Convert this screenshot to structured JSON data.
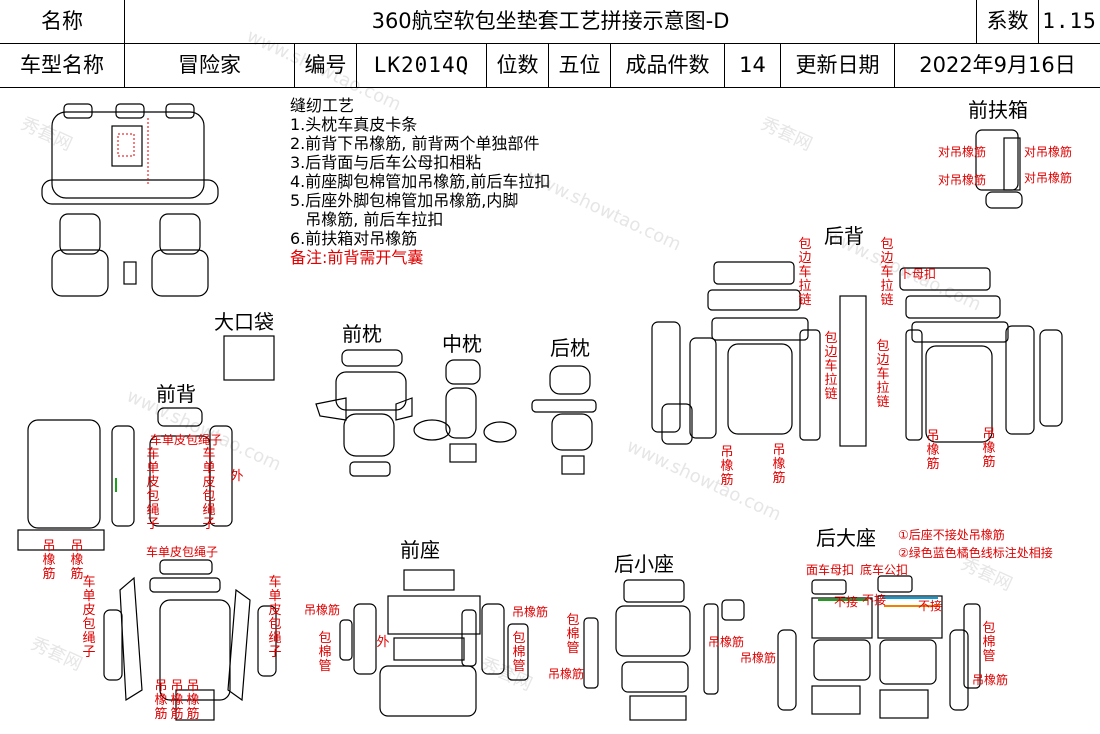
{
  "header": {
    "name_label": "名称",
    "title": "360航空软包坐垫套工艺拼接示意图-D",
    "coef_label": "系数",
    "coef_value": "1.15",
    "model_label": "车型名称",
    "model_value": "冒险家",
    "code_label": "编号",
    "code_value": "LK2014Q",
    "seats_label": "位数",
    "seats_value": "五位",
    "pieces_label": "成品件数",
    "pieces_value": "14",
    "update_label": "更新日期",
    "update_value": "2022年9月16日"
  },
  "craft": {
    "title": "缝纫工艺",
    "items": [
      "1.头枕车真皮卡条",
      "2.前背下吊橡筋, 前背两个单独部件",
      "3.后背面与后车公母扣相粘",
      "4.前座脚包棉管加吊橡筋,前后车拉扣",
      "5.后座外脚包棉管加吊橡筋,内脚",
      "   吊橡筋, 前后车拉扣",
      "6.前扶箱对吊橡筋"
    ],
    "remark": "备注:前背需开气囊"
  },
  "sections": {
    "front_armrest": "前扶箱",
    "rear_back": "后背",
    "big_pocket": "大口袋",
    "front_headrest": "前枕",
    "middle_headrest": "中枕",
    "rear_headrest": "后枕",
    "front_back": "前背",
    "front_seat": "前座",
    "rear_small_seat": "后小座",
    "rear_big_seat": "后大座"
  },
  "annotations": {
    "pair_elastic": "对吊橡筋",
    "edge_zipper": "包边车拉链",
    "snap": "卜母扣",
    "elastic": "吊橡筋",
    "wrap_pipe": "包棉管",
    "outer": "外",
    "single_leather_rope": "车单皮包绳子",
    "face_snap": "面车母扣",
    "bottom_snap": "底车公扣",
    "no_joint": "不接"
  },
  "legend": [
    "①后座不接处吊橡筋",
    "②绿色蓝色橘色线标注处相接"
  ],
  "watermark": {
    "cn": "秀套网",
    "url": "www.showtao.com"
  },
  "colors": {
    "line": "#000000",
    "annotation": "#e00000",
    "joint_green": "#1aa01a",
    "joint_blue": "#00a0e0",
    "joint_orange": "#f08000",
    "watermark": "#e6e6e6"
  }
}
